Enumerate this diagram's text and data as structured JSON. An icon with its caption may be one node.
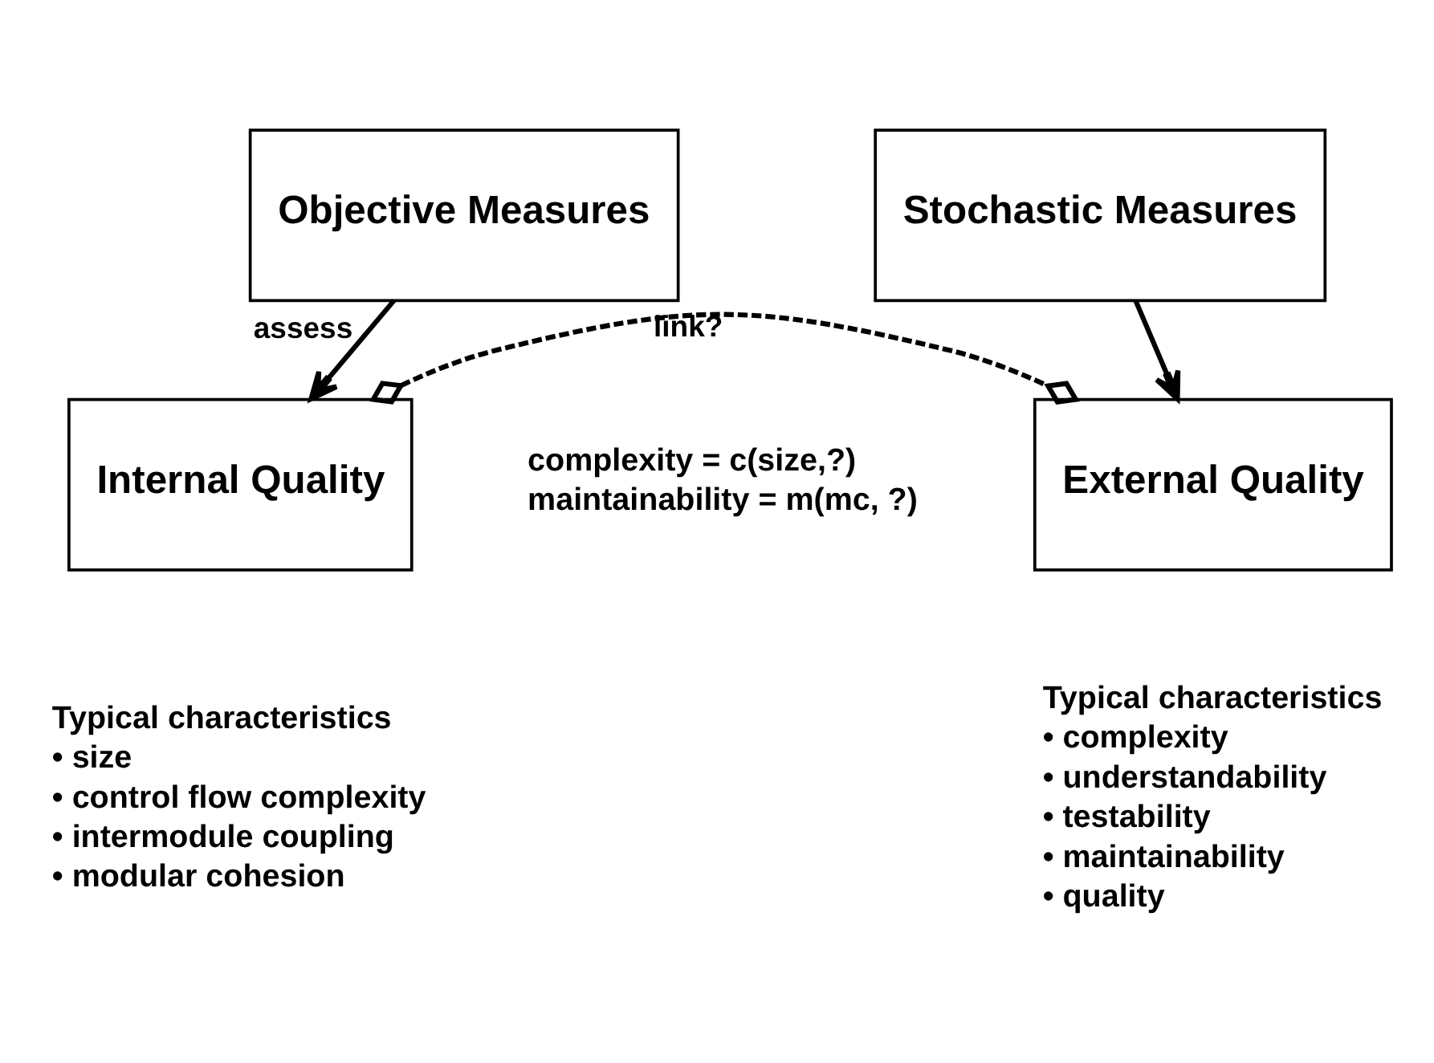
{
  "diagram": {
    "nodes": [
      {
        "text": [
          "Objective Measures"
        ]
      },
      {
        "text": [
          "Stochastic Measures"
        ]
      },
      {
        "text": [
          "Internal Quality"
        ]
      },
      {
        "text": [
          "External Quality"
        ]
      }
    ],
    "edges": [
      {
        "from": 0,
        "to": 2,
        "arrow": "to",
        "label": "assess"
      },
      {
        "from": 1,
        "to": 3,
        "arrow": "to"
      },
      {
        "from": 2,
        "to": 3,
        "arrow": "other",
        "label": "link?",
        "style": "dashed"
      }
    ],
    "labels": [
      "complexity = c(size,?)",
      "maintainability = m(mc, ?)",
      "Typical characteristics",
      "• size",
      "• control flow complexity",
      "• intermodule coupling",
      "• modular cohesion",
      "Typical characteristics",
      "• complexity",
      "• understandability",
      "• testability",
      "• maintainability",
      "• quality"
    ]
  }
}
